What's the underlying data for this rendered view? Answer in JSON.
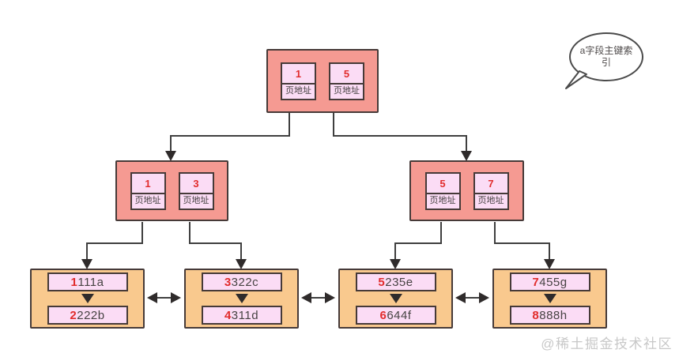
{
  "bubble": {
    "label": "a字段主键索引"
  },
  "watermark": "@稀土掘金技术社区",
  "colors": {
    "node_fill": "#F59A92",
    "cell_fill": "#FBDCF5",
    "leaf_fill": "#F9C98E",
    "key_red": "#E12C2C",
    "line": "#3F3F3F",
    "border": "#463a38",
    "watermark_gray": "#c8c8c8"
  },
  "tree": {
    "root": {
      "cells": [
        {
          "key": "1",
          "sub": "页地址"
        },
        {
          "key": "5",
          "sub": "页地址"
        }
      ]
    },
    "internals": [
      {
        "cells": [
          {
            "key": "1",
            "sub": "页地址"
          },
          {
            "key": "3",
            "sub": "页地址"
          }
        ]
      },
      {
        "cells": [
          {
            "key": "5",
            "sub": "页地址"
          },
          {
            "key": "7",
            "sub": "页地址"
          }
        ]
      }
    ],
    "leaves": [
      {
        "rows": [
          {
            "key": "1",
            "value": "111a"
          },
          {
            "key": "2",
            "value": "222b"
          }
        ]
      },
      {
        "rows": [
          {
            "key": "3",
            "value": "322c"
          },
          {
            "key": "4",
            "value": "311d"
          }
        ]
      },
      {
        "rows": [
          {
            "key": "5",
            "value": "235e"
          },
          {
            "key": "6",
            "value": "644f"
          }
        ]
      },
      {
        "rows": [
          {
            "key": "7",
            "value": "455g"
          },
          {
            "key": "8",
            "value": "888h"
          }
        ]
      }
    ]
  }
}
